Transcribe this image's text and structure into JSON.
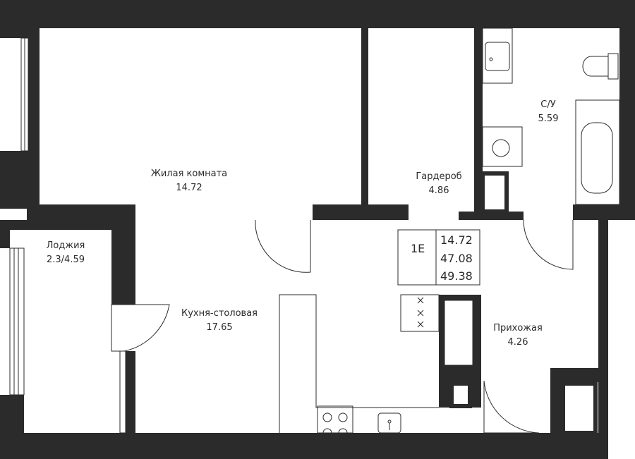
{
  "rooms": {
    "living": {
      "name": "Жилая комната",
      "area": "14.72"
    },
    "wardrobe": {
      "name": "Гардероб",
      "area": "4.86"
    },
    "bathroom": {
      "name": "С/У",
      "area": "5.59"
    },
    "loggia": {
      "name": "Лоджия",
      "area": "2.3/4.59"
    },
    "kitchen": {
      "name": "Кухня-столовая",
      "area": "17.65"
    },
    "hallway": {
      "name": "Прихожая",
      "area": "4.26"
    }
  },
  "summary": {
    "type": "1E",
    "living_area": "14.72",
    "total_area": "47.08",
    "area_with_loggia": "49.38"
  },
  "colors": {
    "wall": "#2b2b2b",
    "background": "#ffffff"
  }
}
